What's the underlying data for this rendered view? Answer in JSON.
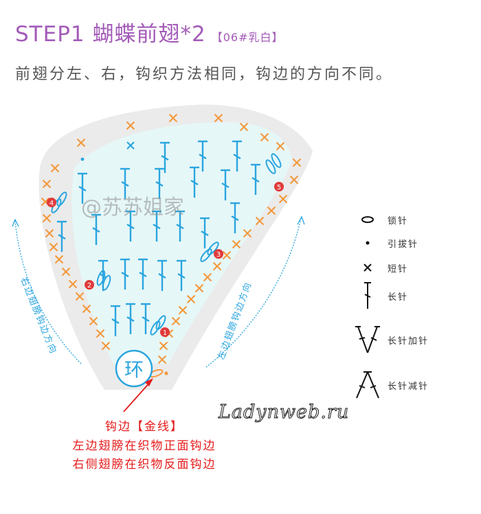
{
  "title": {
    "main": "STEP1 蝴蝶前翅*2",
    "sub": "【06#乳白】"
  },
  "subtitle": "前翅分左、右，钩织方法相同，钩边的方向不同。",
  "colors": {
    "title": "#a35bb8",
    "blue_stitch": "#2aa5df",
    "orange_stitch": "#f39a3f",
    "note_red": "#e51a1a",
    "wing_fill": "#e6f7f8",
    "border_fill": "#ebebeb"
  },
  "diagram": {
    "ring_label": "环",
    "right_direction": "右边翅膀钩边方向",
    "left_direction": "左边翅膀钩边方向",
    "markers": [
      "1",
      "2",
      "3",
      "4",
      "5"
    ]
  },
  "watermark": "@苏苏姐家",
  "site": "Ladynweb.ru",
  "legend": [
    {
      "icon": "chain-icon",
      "label": "锁针"
    },
    {
      "icon": "slip-stitch-icon",
      "label": "引拔针"
    },
    {
      "icon": "single-crochet-icon",
      "label": "短针"
    },
    {
      "icon": "double-crochet-icon",
      "label": "长针"
    },
    {
      "icon": "dc-increase-icon",
      "label": "长针加针"
    },
    {
      "icon": "dc-decrease-icon",
      "label": "长针减针"
    }
  ],
  "note": {
    "line1": "钩边【金线】",
    "line2": "左边翅膀在织物正面钩边",
    "line3": "右侧翅膀在织物反面钩边"
  }
}
